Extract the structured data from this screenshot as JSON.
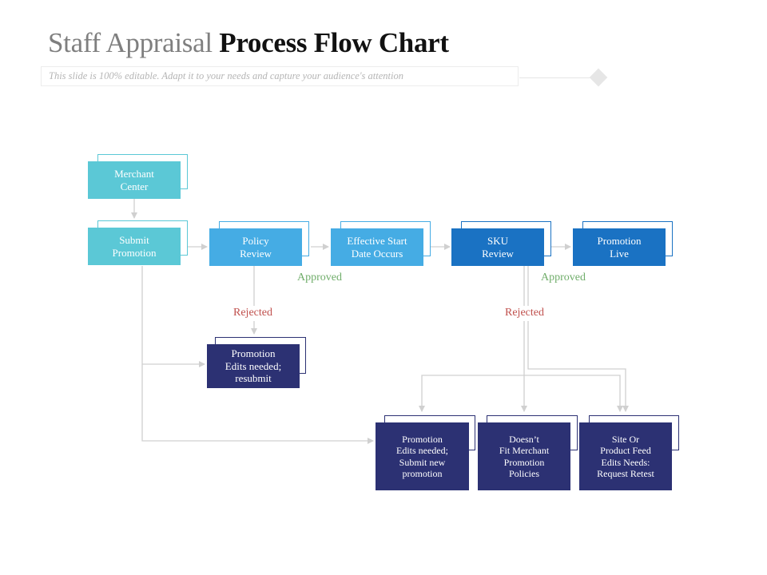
{
  "header": {
    "title_light": "Staff Appraisal",
    "title_bold": "Process Flow Chart",
    "subtitle": "This slide is 100% editable. Adapt it to your needs and capture your audience's attention"
  },
  "colors": {
    "cyan": "#5bc8d6",
    "light_blue": "#45ace4",
    "mid_blue": "#1a72c3",
    "navy": "#2c3173",
    "connector": "#d0d0d0",
    "approved": "#70ad6a",
    "rejected": "#c0504d"
  },
  "nodes": {
    "merchant_center": "Merchant\nCenter",
    "submit_promotion": "Submit\nPromotion",
    "policy_review": "Policy\nReview",
    "effective_start": "Effective Start\nDate Occurs",
    "sku_review": "SKU\nReview",
    "promotion_live": "Promotion\nLive",
    "edits_resubmit": "Promotion\nEdits needed;\nresubmit",
    "edits_submit_new": "Promotion\nEdits needed;\nSubmit new\npromotion",
    "doesnt_fit": "Doesn’t\nFit Merchant\nPromotion\nPolicies",
    "site_feed": "Site Or\nProduct Feed\nEdits Needs:\nRequest Retest"
  },
  "labels": {
    "approved_1": "Approved",
    "approved_2": "Approved",
    "rejected_1": "Rejected",
    "rejected_2": "Rejected"
  }
}
